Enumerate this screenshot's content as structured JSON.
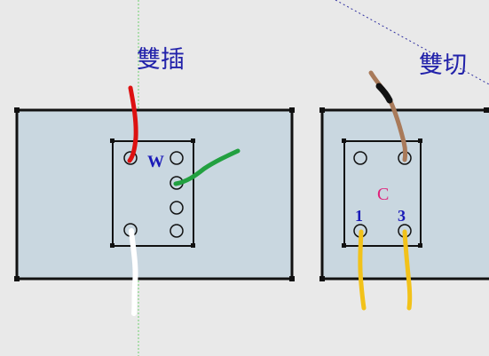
{
  "labels": {
    "left_title": "雙插",
    "right_title": "雙切",
    "left_terminal": "W",
    "right_terminal": "C",
    "right_num_1": "1",
    "right_num_3": "3"
  },
  "colors": {
    "background": "#e9e9e9",
    "plate_fill": "#c9d7e0",
    "outline": "#111111",
    "wire_red": "#dd1111",
    "wire_green": "#22a040",
    "wire_white": "#ffffff",
    "wire_brown": "#a97a5a",
    "wire_black": "#111111",
    "wire_yellow": "#f2c21a",
    "guide_green": "#6fcf6f",
    "guide_blue": "#3030a0"
  },
  "icons": {
    "terminal": "terminal-hole-icon",
    "corner_marker": "corner-marker-icon"
  }
}
